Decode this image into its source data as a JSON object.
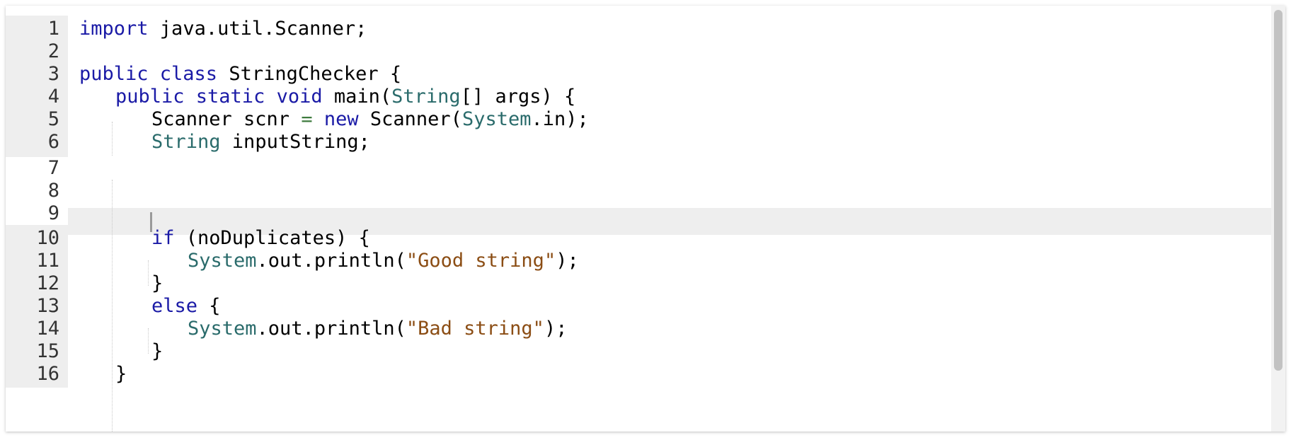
{
  "editor": {
    "language": "java",
    "active_line": "8",
    "lines": [
      {
        "num": "1",
        "locked": true
      },
      {
        "num": "2",
        "locked": true
      },
      {
        "num": "3",
        "locked": true
      },
      {
        "num": "4",
        "locked": true
      },
      {
        "num": "5",
        "locked": true
      },
      {
        "num": "6",
        "locked": true
      },
      {
        "num": "7",
        "locked": false
      },
      {
        "num": "8",
        "locked": false
      },
      {
        "num": "9",
        "locked": false
      },
      {
        "num": "10",
        "locked": true
      },
      {
        "num": "11",
        "locked": true
      },
      {
        "num": "12",
        "locked": true
      },
      {
        "num": "13",
        "locked": true
      },
      {
        "num": "14",
        "locked": true
      },
      {
        "num": "15",
        "locked": true
      },
      {
        "num": "16",
        "locked": true
      }
    ],
    "code": {
      "l1_kw": "import",
      "l1_rest": " java.util.Scanner;",
      "l3_kw": "public class",
      "l3_rest": " StringChecker {",
      "l4_kw": "public static void",
      "l4_mid": " main(",
      "l4_type": "String",
      "l4_rest": "[] args) {",
      "l5_a": "Scanner scnr ",
      "l5_eq": "=",
      "l5_sp": " ",
      "l5_kw": "new",
      "l5_b": " Scanner(",
      "l5_type": "System",
      "l5_c": ".in);",
      "l6_type": "String",
      "l6_rest": " inputString;",
      "l10_kw": "if",
      "l10_rest": " (noDuplicates) {",
      "l11_type": "System",
      "l11_mid": ".out.println(",
      "l11_str": "\"Good string\"",
      "l11_end": ");",
      "l12": "}",
      "l13_kw": "else",
      "l13_rest": " {",
      "l14_type": "System",
      "l14_mid": ".out.println(",
      "l14_str": "\"Bad string\"",
      "l14_end": ");",
      "l15": "}",
      "l16": "}"
    }
  },
  "colors": {
    "keyword": "#1a1aa6",
    "type": "#2a6b6b",
    "string": "#8b4d14",
    "operator": "#3d7a3d",
    "locked_line_bg": "#eeeeee",
    "active_line_bg": "#eeeeee"
  }
}
